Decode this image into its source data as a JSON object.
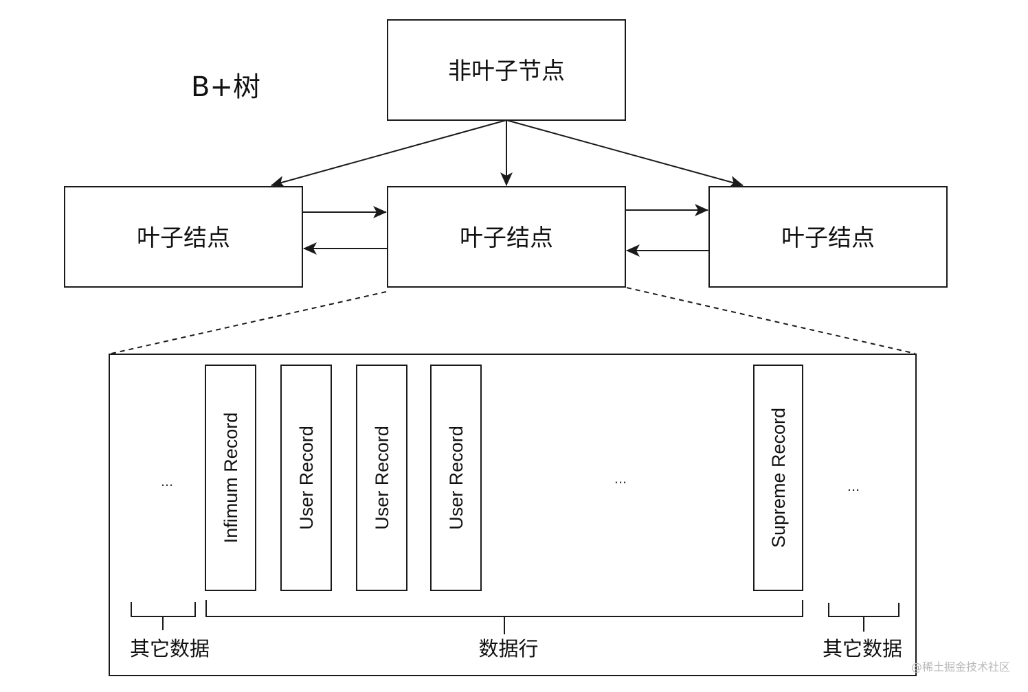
{
  "title": "B+树",
  "nodes": {
    "non_leaf": "非叶子节点",
    "leaf_left": "叶子结点",
    "leaf_middle": "叶子结点",
    "leaf_right": "叶子结点"
  },
  "page_detail": {
    "records": [
      "Infimum Record",
      "User Record",
      "User Record",
      "User Record",
      "Supreme Record"
    ],
    "ellipsis_left": "...",
    "ellipsis_middle": "...",
    "ellipsis_right": "...",
    "label_other_left": "其它数据",
    "label_rows": "数据行",
    "label_other_right": "其它数据"
  },
  "watermark": "@稀土掘金技术社区"
}
